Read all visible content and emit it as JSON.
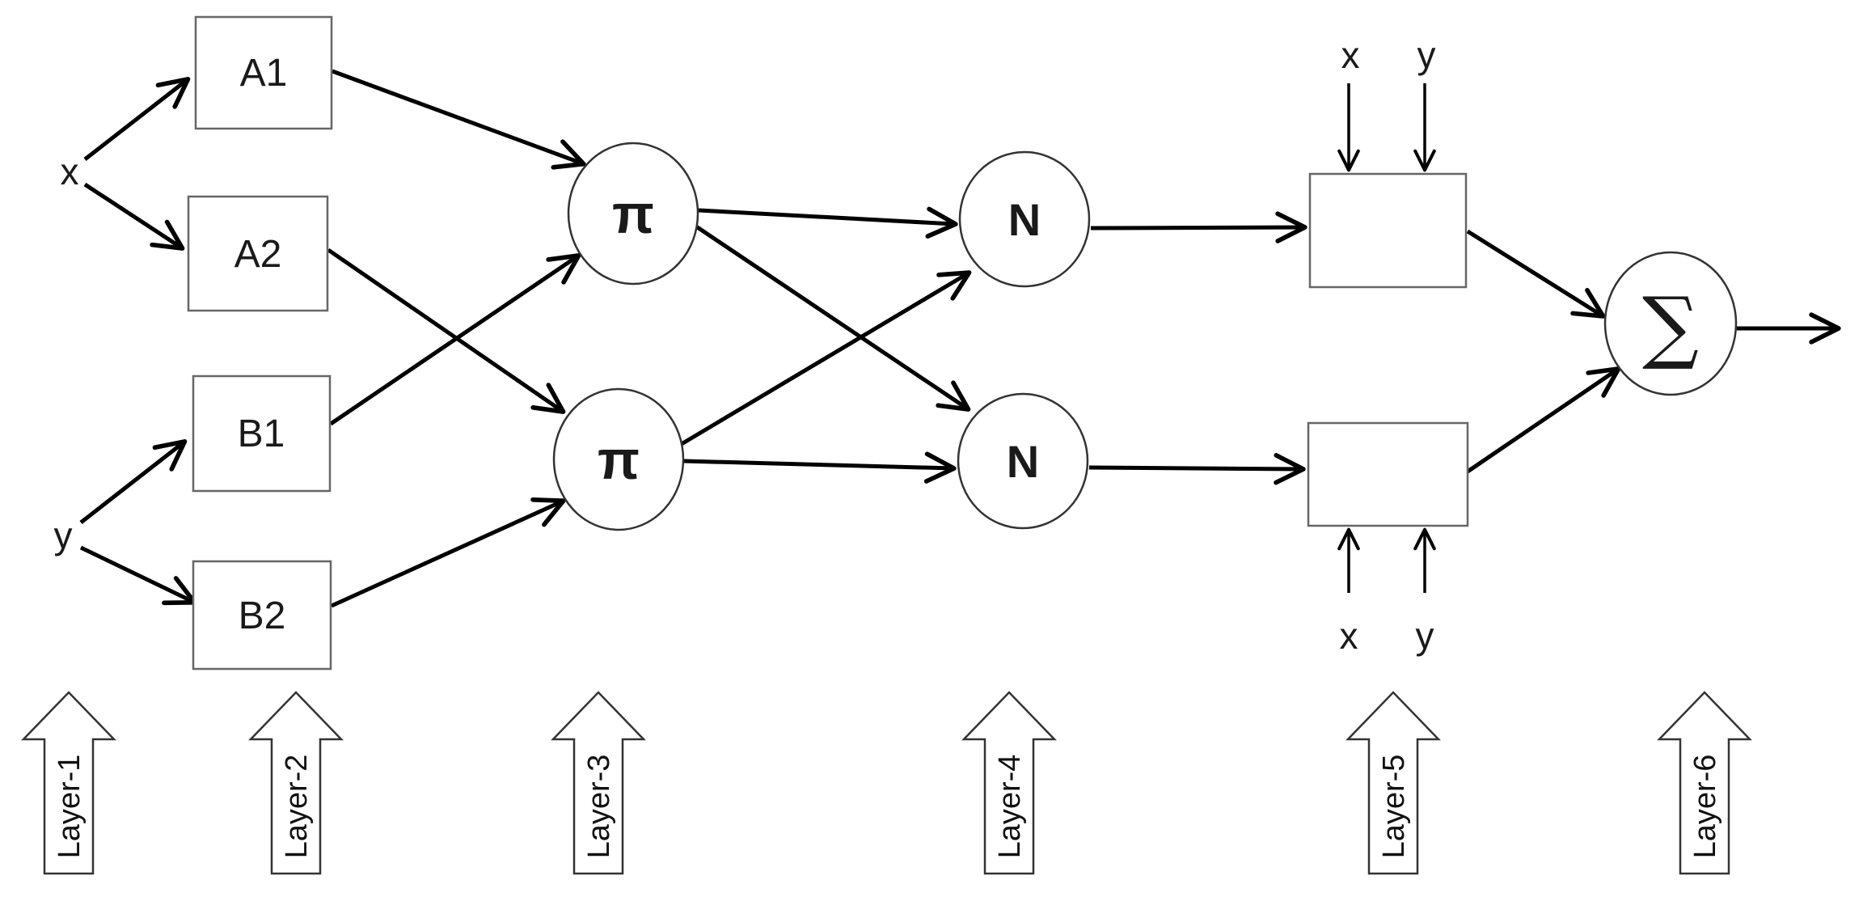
{
  "diagram": {
    "inputs": {
      "x": "x",
      "y": "y"
    },
    "membership_nodes": [
      {
        "label": "A1"
      },
      {
        "label": "A2"
      },
      {
        "label": "B1"
      },
      {
        "label": "B2"
      }
    ],
    "product_nodes": [
      {
        "label": "π"
      },
      {
        "label": "π"
      }
    ],
    "norm_nodes": [
      {
        "label": "N"
      },
      {
        "label": "N"
      }
    ],
    "sum_node": {
      "label": "∑"
    },
    "layer5_top_inputs": {
      "x": "x",
      "y": "y"
    },
    "layer5_bottom_inputs": {
      "x": "x",
      "y": "y"
    },
    "layers": [
      {
        "label": "Layer-1"
      },
      {
        "label": "Layer-2"
      },
      {
        "label": "Layer-3"
      },
      {
        "label": "Layer-4"
      },
      {
        "label": "Layer-5"
      },
      {
        "label": "Layer-6"
      }
    ],
    "colors": {
      "stroke": "#000000",
      "box_border": "#666666",
      "background": "#ffffff"
    }
  }
}
